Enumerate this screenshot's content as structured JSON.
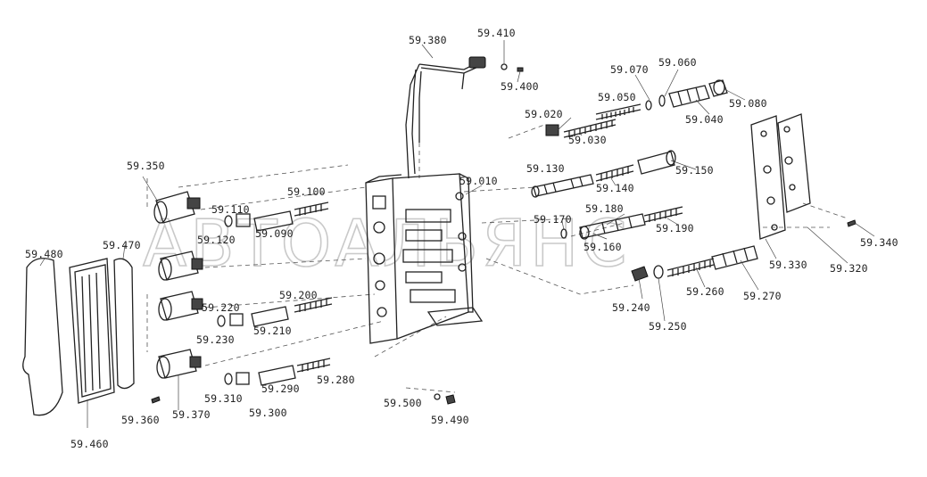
{
  "watermark": "АВТОАЛЬЯНС",
  "labels": {
    "l59380": "59.380",
    "l59410": "59.410",
    "l59400": "59.400",
    "l59070": "59.070",
    "l59060": "59.060",
    "l59050": "59.050",
    "l59080": "59.080",
    "l59040": "59.040",
    "l59020": "59.020",
    "l59030": "59.030",
    "l59010": "59.010",
    "l59130": "59.130",
    "l59150": "59.150",
    "l59140": "59.140",
    "l59350": "59.350",
    "l59100": "59.100",
    "l59110": "59.110",
    "l59120": "59.120",
    "l59090": "59.090",
    "l59180": "59.180",
    "l59170": "59.170",
    "l59190": "59.190",
    "l59160": "59.160",
    "l59480": "59.480",
    "l59470": "59.470",
    "l59340": "59.340",
    "l59330": "59.330",
    "l59320": "59.320",
    "l59200": "59.200",
    "l59220": "59.220",
    "l59210": "59.210",
    "l59230": "59.230",
    "l59240": "59.240",
    "l59260": "59.260",
    "l59270": "59.270",
    "l59250": "59.250",
    "l59280": "59.280",
    "l59290": "59.290",
    "l59310": "59.310",
    "l59300": "59.300",
    "l59360": "59.360",
    "l59370": "59.370",
    "l59500": "59.500",
    "l59490": "59.490",
    "l59460": "59.460"
  }
}
